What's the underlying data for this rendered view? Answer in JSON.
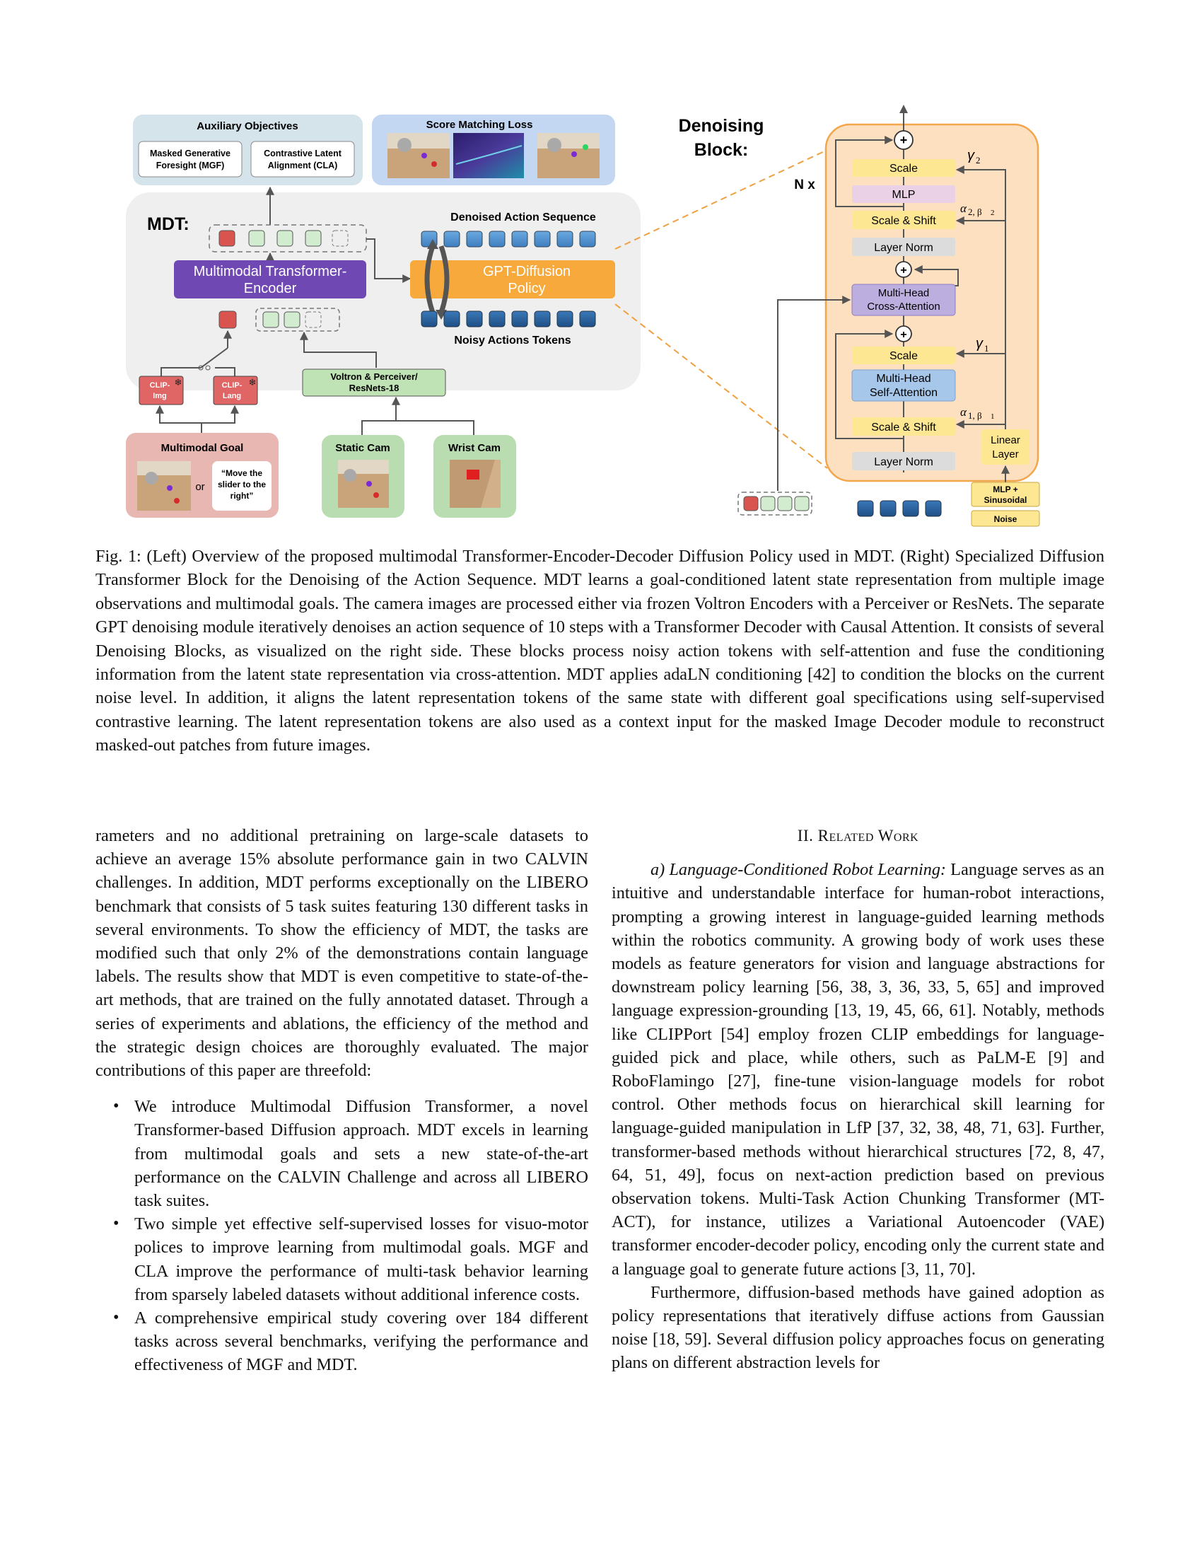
{
  "figure": {
    "aux": {
      "title": "Auxiliary Objectives",
      "mgf": [
        "Masked Generative",
        "Foresight (MGF)"
      ],
      "cla": [
        "Contrastive Latent",
        "Alignment (CLA)"
      ]
    },
    "score": {
      "title": "Score Matching Loss"
    },
    "mdt": {
      "label": "MDT:",
      "encoder": [
        "Multimodal Transformer-",
        "Encoder"
      ],
      "policy": [
        "GPT-Diffusion",
        "Policy"
      ],
      "denoised_label": "Denoised Action Sequence",
      "noisy_label": "Noisy Actions Tokens",
      "clip_img": [
        "CLIP-",
        "Img"
      ],
      "clip_lang": [
        "CLIP-",
        "Lang"
      ],
      "voltron": [
        "Voltron & Perceiver/",
        "ResNets-18"
      ],
      "snowflake": "❄"
    },
    "goal": {
      "title": "Multimodal Goal",
      "or": "or",
      "text": [
        "“Move the",
        "slider to the",
        "right”"
      ]
    },
    "static_cam": "Static Cam",
    "wrist_cam": "Wrist Cam",
    "denoising": {
      "title": [
        "Denoising",
        "Block:"
      ],
      "nx": "N x",
      "scale": "Scale",
      "mlp": "MLP",
      "scale_shift": "Scale & Shift",
      "layer_norm": "Layer Norm",
      "cross_attn": [
        "Multi-Head",
        "Cross-Attention"
      ],
      "self_attn": [
        "Multi-Head",
        "Self-Attention"
      ],
      "linear": [
        "Linear",
        "Layer"
      ],
      "mlp_sin": [
        "MLP +",
        "Sinusoidal"
      ],
      "noise": "Noise",
      "gamma2": "γ",
      "gamma2_sub": "2",
      "gamma1": "γ",
      "gamma1_sub": "1",
      "ab2": "α",
      "ab2_rest": "2, β",
      "ab2_sub2": "2",
      "ab1": "α",
      "ab1_rest": "1, β",
      "ab1_sub2": "1",
      "plus": "+"
    }
  },
  "caption": "Fig. 1: (Left) Overview of the proposed multimodal Transformer-Encoder-Decoder Diffusion Policy used in MDT. (Right) Specialized Diffusion Transformer Block for the Denoising of the Action Sequence. MDT learns a goal-conditioned latent state representation from multiple image observations and multimodal goals. The camera images are processed either via frozen Voltron Encoders with a Perceiver or ResNets. The separate GPT denoising module iteratively denoises an action sequence of 10 steps with a Transformer Decoder with Causal Attention. It consists of several Denoising Blocks, as visualized on the right side. These blocks process noisy action tokens with self-attention and fuse the conditioning information from the latent state representation via cross-attention. MDT applies adaLN conditioning [42] to condition the blocks on the current noise level. In addition, it aligns the latent representation tokens of the same state with different goal specifications using self-supervised contrastive learning. The latent representation tokens are also used as a context input for the masked Image Decoder module to reconstruct masked-out patches from future images.",
  "left": {
    "p1": "rameters and no additional pretraining on large-scale datasets to achieve an average 15% absolute performance gain in two CALVIN challenges. In addition, MDT performs exceptionally on the LIBERO benchmark that consists of 5 task suites featuring 130 different tasks in several environments. To show the efficiency of MDT, the tasks are modified such that only 2% of the demonstrations contain language labels. The results show that MDT is even competitive to state-of-the-art methods, that are trained on the fully annotated dataset. Through a series of experiments and ablations, the efficiency of the method and the strategic design choices are thoroughly evaluated. The major contributions of this paper are threefold:",
    "bullets": [
      "We introduce Multimodal Diffusion Transformer, a novel Transformer-based Diffusion approach. MDT excels in learning from multimodal goals and sets a new state-of-the-art performance on the CALVIN Challenge and across all LIBERO task suites.",
      "Two simple yet effective self-supervised losses for visuo-motor polices to improve learning from multimodal goals. MGF and CLA improve the performance of multi-task behavior learning from sparsely labeled datasets without additional inference costs.",
      "A comprehensive empirical study covering over 184 different tasks across several benchmarks, verifying the performance and effectiveness of MGF and MDT."
    ]
  },
  "right": {
    "section_num": "II.",
    "section_title": "Related Work",
    "para_head": "a) Language-Conditioned Robot Learning:",
    "p1": " Language serves as an intuitive and understandable interface for human-robot interactions, prompting a growing interest in language-guided learning methods within the robotics community. A growing body of work uses these models as feature generators for vision and language abstractions for downstream policy learning [56, 38, 3, 36, 33, 5, 65] and improved language expression-grounding [13, 19, 45, 66, 61]. Notably, methods like CLIPPort [54] employ frozen CLIP embeddings for language-guided pick and place, while others, such as PaLM-E [9] and RoboFlamingo [27], fine-tune vision-language models for robot control. Other methods focus on hierarchical skill learning for language-guided manipulation in LfP [37, 32, 38, 48, 71, 63]. Further, transformer-based methods without hierarchical structures [72, 8, 47, 64, 51, 49], focus on next-action prediction based on previous observation tokens. Multi-Task Action Chunking Transformer (MT-ACT), for instance, utilizes a Variational Autoencoder (VAE) transformer encoder-decoder policy, encoding only the current state and a language goal to generate future actions [3, 11, 70].",
    "p2": "Furthermore, diffusion-based methods have gained adoption as policy representations that iteratively diffuse actions from Gaussian noise [18, 59]. Several diffusion policy approaches focus on generating plans on different abstraction levels for"
  }
}
